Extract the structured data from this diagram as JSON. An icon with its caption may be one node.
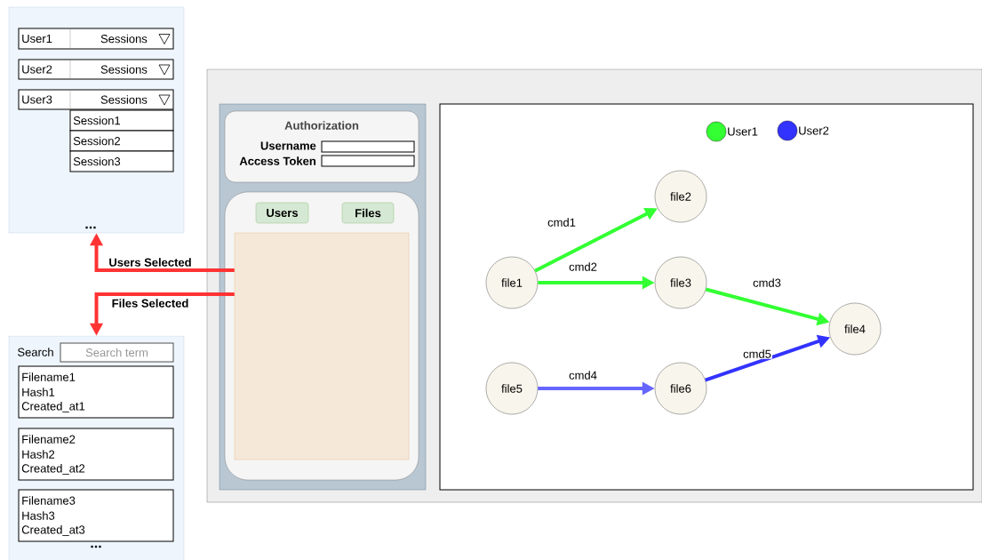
{
  "diagram": {
    "nodes": [
      {
        "text": [],
        "shape": "box"
      },
      {
        "text": [
          "User1",
          "Sessions"
        ],
        "in": 0
      },
      {
        "text": [
          "User2",
          "Sessions"
        ],
        "in": 0
      },
      {
        "text": [
          "User3",
          "Sessions"
        ],
        "in": 0
      },
      {
        "text": [
          "Session1"
        ],
        "in": 0
      },
      {
        "text": [
          "Session2"
        ],
        "in": 0
      },
      {
        "text": [
          "Session3"
        ],
        "in": 0
      },
      {
        "text": [],
        "shape": "box"
      },
      {
        "text": [
          "Search term"
        ],
        "in": 7
      },
      {
        "text": [
          "Filename1",
          "Hash1",
          "Created_at1"
        ],
        "in": 7
      },
      {
        "text": [
          "Filename2",
          "Hash2",
          "Created_at2"
        ],
        "in": 7
      },
      {
        "text": [
          "Filename3",
          "Hash3",
          "Created_at3"
        ],
        "in": 7
      },
      {
        "text": [],
        "shape": "box"
      },
      {
        "text": [],
        "shape": "box",
        "in": 12
      },
      {
        "text": [
          "Authorization"
        ],
        "in": 13
      },
      {
        "text": [],
        "shape": "box",
        "in": 13
      },
      {
        "text": [
          "Users"
        ],
        "in": 15
      },
      {
        "text": [
          "Files"
        ],
        "in": 15
      },
      {
        "text": [],
        "shape": "box",
        "in": 15
      },
      {
        "text": [],
        "shape": "box",
        "in": 12
      },
      {
        "text": [
          "file1"
        ],
        "in": 19
      },
      {
        "text": [
          "file2"
        ],
        "in": 19
      },
      {
        "text": [
          "file3"
        ],
        "in": 19
      },
      {
        "text": [
          "file4"
        ],
        "in": 19
      },
      {
        "text": [
          "file5"
        ],
        "in": 19
      },
      {
        "text": [
          "file6"
        ],
        "in": 19
      }
    ],
    "edges": [
      {
        "from": 18,
        "to": 0,
        "arrow": "to",
        "label": "Users Selected",
        "color": "#ff3333"
      },
      {
        "from": 18,
        "to": 7,
        "arrow": "to",
        "label": "Files Selected",
        "color": "#ff3333"
      },
      {
        "from": 20,
        "to": 21,
        "arrow": "to",
        "label": "cmd1",
        "color": "#33ff33"
      },
      {
        "from": 20,
        "to": 22,
        "arrow": "to",
        "label": "cmd2",
        "color": "#33ff33"
      },
      {
        "from": 22,
        "to": 23,
        "arrow": "to",
        "label": "cmd3",
        "color": "#33ff33"
      },
      {
        "from": 24,
        "to": 25,
        "arrow": "to",
        "label": "cmd4",
        "color": "#6666ff"
      },
      {
        "from": 25,
        "to": 23,
        "arrow": "to",
        "label": "cmd5",
        "color": "#3333ff"
      }
    ],
    "labels": [
      "...",
      "Search",
      "...",
      "Username",
      "Access Token"
    ],
    "legend": [
      {
        "text": "User1",
        "color": "#33ff33"
      },
      {
        "text": "User2",
        "color": "#3333ff"
      }
    ]
  }
}
